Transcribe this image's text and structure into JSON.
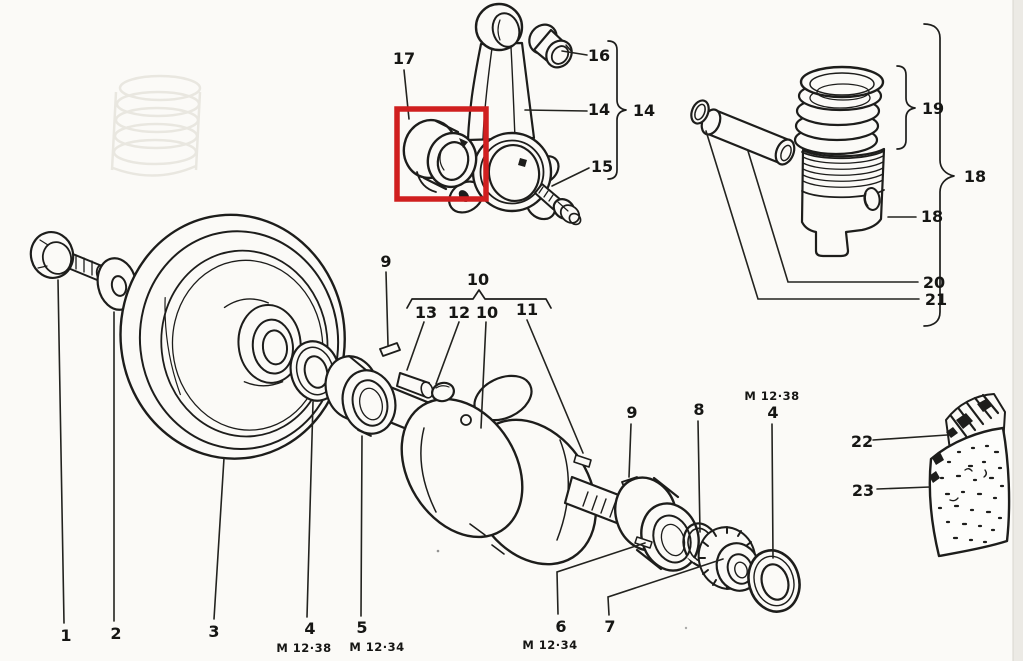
{
  "figure": {
    "highlighted_part": "17"
  },
  "colors": {
    "highlight": "#d01f1f",
    "ink": "#1d1d1b",
    "paper": "#fbfaf7"
  },
  "labels": {
    "p1": "1",
    "p2": "2",
    "p3": "3",
    "p4": "4",
    "p5": "5",
    "p6": "6",
    "p7": "7",
    "p8": "8",
    "p9": "9",
    "p10": "10",
    "p11": "11",
    "p12": "12",
    "p13": "13",
    "p14": "14",
    "p15": "15",
    "p16": "16",
    "p17": "17",
    "p18": "18",
    "p19": "19",
    "p20": "20",
    "p21": "21",
    "p22": "22",
    "p23": "23",
    "m1238": "M 12·38",
    "m1234": "M 12·34"
  }
}
